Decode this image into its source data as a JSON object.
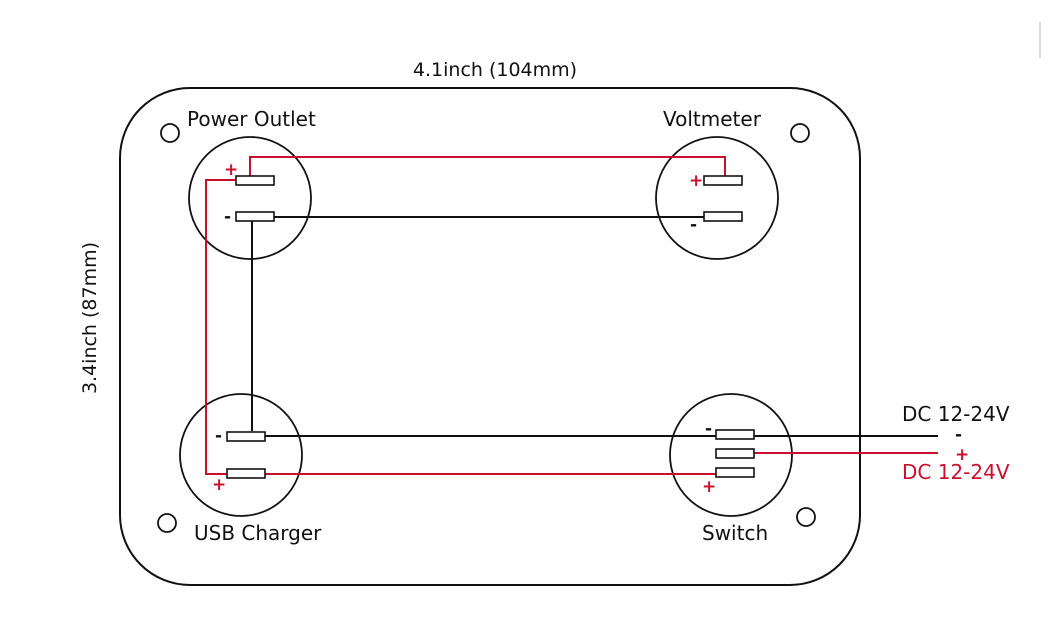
{
  "dimensions": {
    "width_label": "4.1inch (104mm)",
    "height_label": "3.4inch (87mm)"
  },
  "components": {
    "power_outlet": {
      "label": "Power Outlet",
      "plus": "+",
      "minus": "-"
    },
    "voltmeter": {
      "label": "Voltmeter",
      "plus": "+",
      "minus": "-"
    },
    "usb_charger": {
      "label": "USB Charger",
      "plus": "+",
      "minus": "-"
    },
    "switch": {
      "label": "Switch",
      "plus": "+",
      "minus": "-"
    }
  },
  "supply": {
    "negative_label": "DC 12-24V",
    "negative_sign": "-",
    "positive_label": "DC 12-24V",
    "positive_sign": "+"
  },
  "colors": {
    "positive_wire": "#c8102e",
    "negative_wire": "#111111"
  }
}
